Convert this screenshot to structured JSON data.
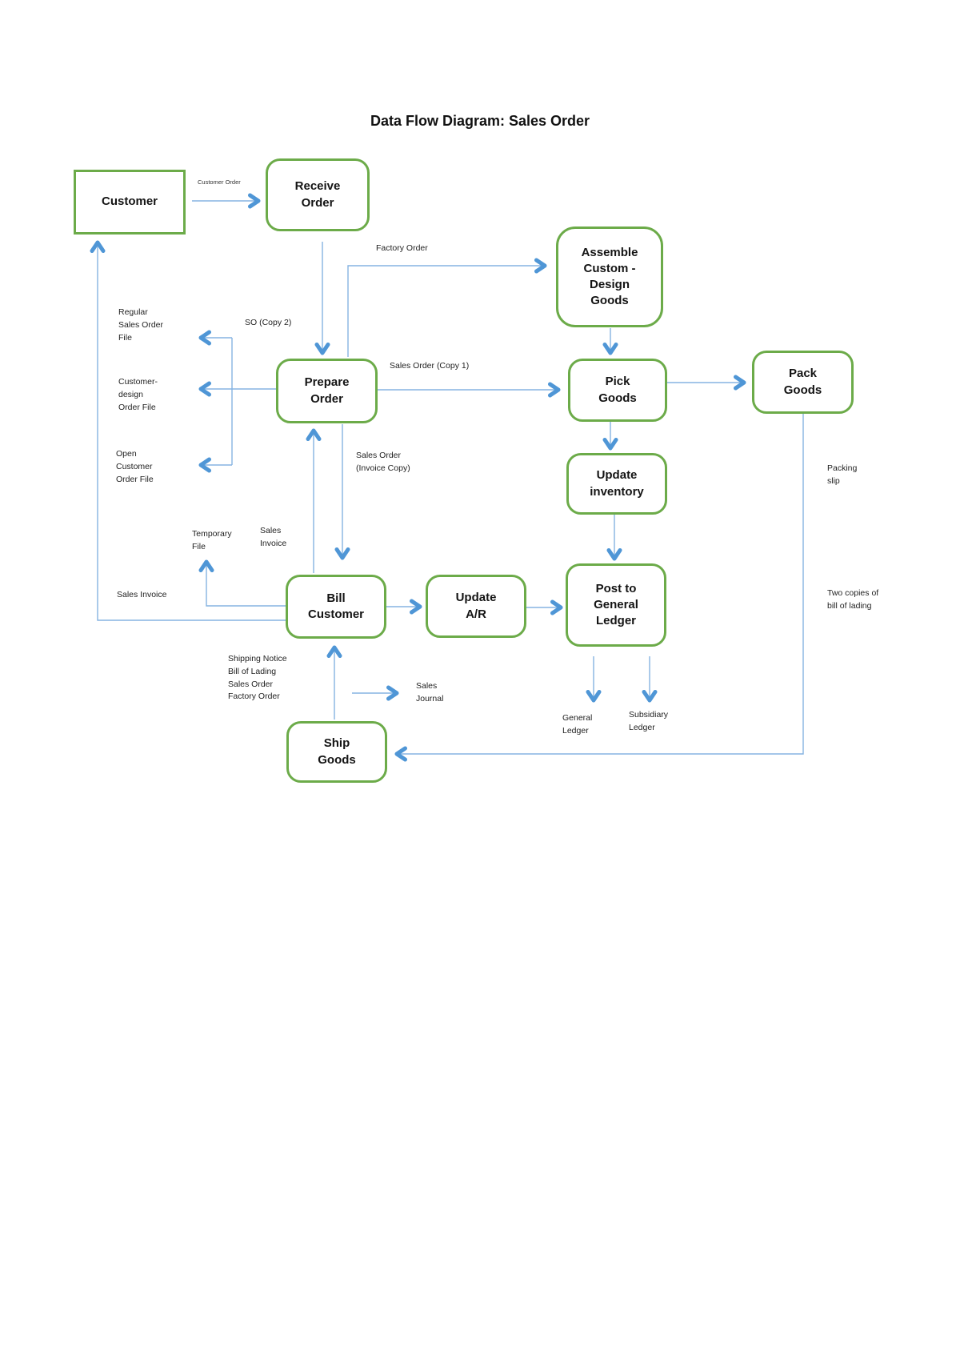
{
  "title": "Data Flow Diagram: Sales Order",
  "nodes": {
    "customer": "Customer",
    "receive_order": "Receive\nOrder",
    "assemble_custom_design_goods": "Assemble\nCustom -\nDesign\nGoods",
    "prepare_order": "Prepare\nOrder",
    "pick_goods": "Pick\nGoods",
    "pack_goods": "Pack\nGoods",
    "update_inventory": "Update\ninventory",
    "post_to_general_ledger": "Post to\nGeneral\nLedger",
    "update_ar": "Update\nA/R",
    "bill_customer": "Bill\nCustomer",
    "ship_goods": "Ship\nGoods"
  },
  "edge_labels": {
    "customer_order": "Customer Order",
    "factory_order": "Factory Order",
    "so_copy_2": "SO (Copy 2)",
    "regular_sales_order_file": "Regular\nSales Order\nFile",
    "customer_design_order_file": "Customer-\ndesign\nOrder File",
    "open_customer_order_file": "Open\nCustomer\nOrder File",
    "sales_order_copy_1": "Sales Order (Copy 1)",
    "sales_order_invoice_copy": "Sales Order\n(Invoice Copy)",
    "temporary_file": "Temporary\nFile",
    "sales_invoice_to_prepare_order": "Sales\nInvoice",
    "sales_invoice_to_customer": "Sales Invoice",
    "shipping_documents": "Shipping Notice\nBill of Lading\nSales Order\nFactory Order",
    "sales_journal": "Sales\nJournal",
    "general_ledger": "General\nLedger",
    "subsidiary_ledger": "Subsidiary\nLedger",
    "packing_slip": "Packing\nslip",
    "two_copies_of_bill_of_lading": "Two copies of\nbill of lading"
  },
  "colors": {
    "box_border": "#6cab49",
    "arrow_line": "#85b3e2",
    "arrow_head": "#4f96d6",
    "text": "#1f1f1f"
  }
}
